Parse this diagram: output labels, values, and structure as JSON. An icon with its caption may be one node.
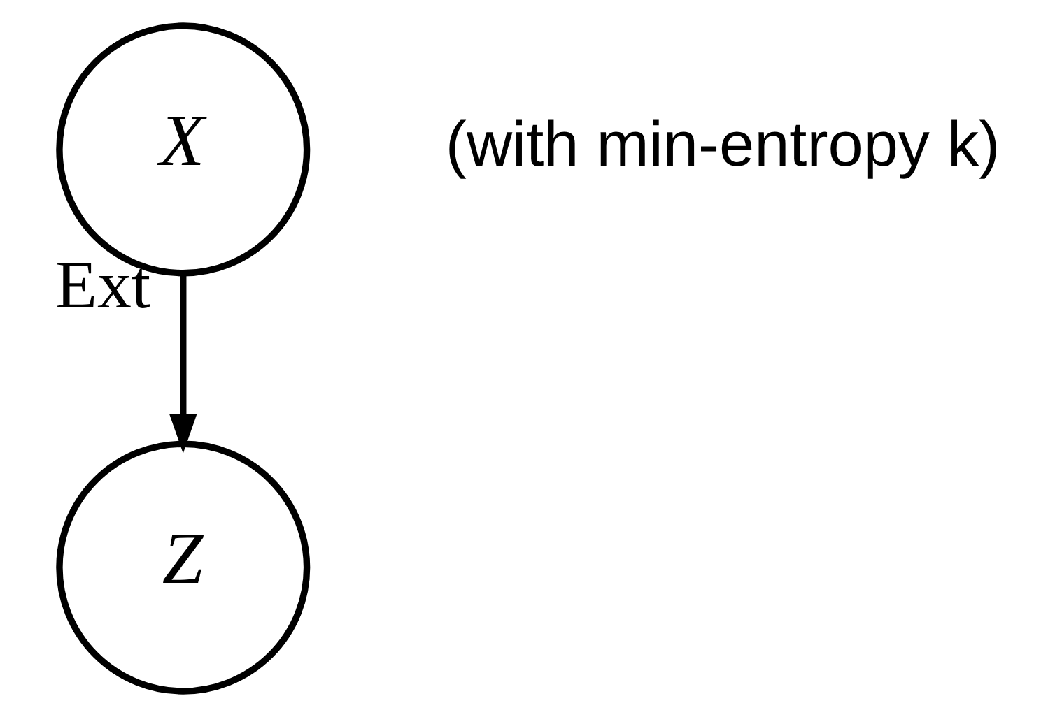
{
  "diagram": {
    "nodes": [
      {
        "text": [
          "X"
        ],
        "beside": [
          "(with min-entropy k)"
        ]
      },
      {
        "text": [
          "Z"
        ]
      }
    ],
    "edges": [
      {
        "from": 0,
        "to": 1,
        "arrow": "to",
        "label": "Ext"
      }
    ]
  }
}
